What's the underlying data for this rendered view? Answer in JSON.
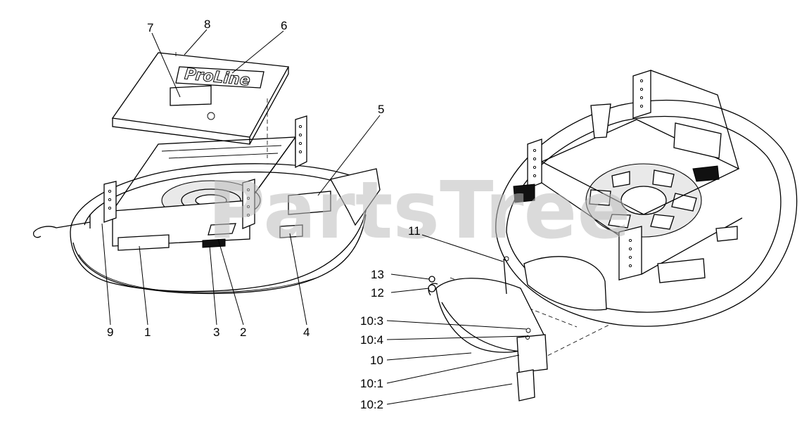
{
  "watermark": "PartsTree",
  "logo": "ProLine",
  "callouts": [
    {
      "id": "c1",
      "text": "1"
    },
    {
      "id": "c2",
      "text": "2"
    },
    {
      "id": "c3",
      "text": "3"
    },
    {
      "id": "c4",
      "text": "4"
    },
    {
      "id": "c5",
      "text": "5"
    },
    {
      "id": "c6",
      "text": "6"
    },
    {
      "id": "c7",
      "text": "7"
    },
    {
      "id": "c8",
      "text": "8"
    },
    {
      "id": "c9",
      "text": "9"
    },
    {
      "id": "c10",
      "text": "10"
    },
    {
      "id": "c10_1",
      "text": "10:1"
    },
    {
      "id": "c10_2",
      "text": "10:2"
    },
    {
      "id": "c10_3",
      "text": "10:3"
    },
    {
      "id": "c10_4",
      "text": "10:4"
    },
    {
      "id": "c11",
      "text": "11"
    },
    {
      "id": "c12",
      "text": "12"
    },
    {
      "id": "c13",
      "text": "13"
    }
  ],
  "colors": {
    "line": "#000000",
    "background": "#ffffff",
    "watermark": "#bdbdbd"
  }
}
